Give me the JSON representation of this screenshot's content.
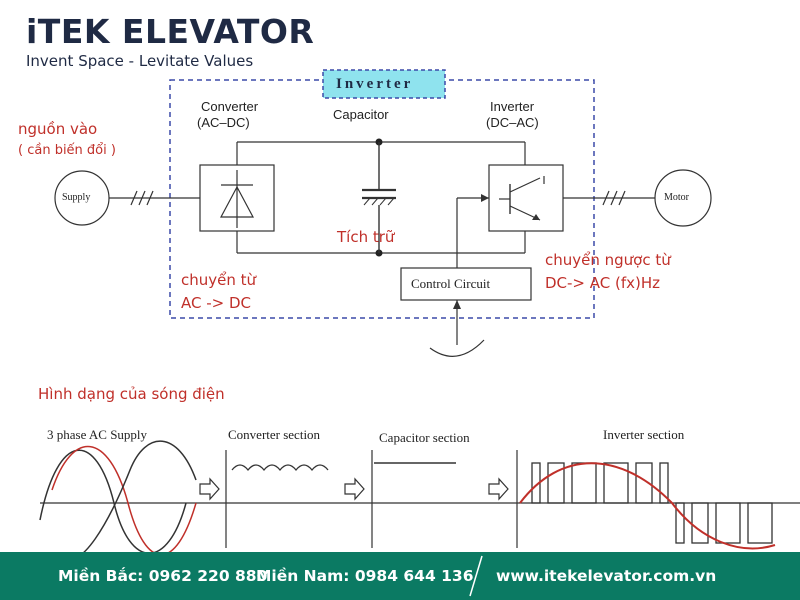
{
  "logo": {
    "title": "iTEK ELEVATOR",
    "subtitle": "Invent Space - Levitate Values"
  },
  "diagram": {
    "inverter_box_title": "Inverter",
    "converter_label_line1": "Converter",
    "converter_label_line2": "(AC–DC)",
    "capacitor_label": "Capacitor",
    "inverter_label_line1": "Inverter",
    "inverter_label_line2": "(DC–AC)",
    "supply_label": "Supply",
    "motor_label": "Motor",
    "control_circuit_label": "Control Circuit",
    "input_note_line1": "nguồn vào",
    "input_note_line2": "( cần biến đổi )",
    "storage_note": "Tích trữ",
    "convert_note_line1": "chuyển từ",
    "convert_note_line2": "AC -> DC",
    "reverse_note_line1": "chuyển ngược từ",
    "reverse_note_line2": "DC-> AC (fx)Hz"
  },
  "waveforms": {
    "heading": "Hình dạng của sóng điện",
    "section1": "3 phase AC Supply",
    "section2": "Converter section",
    "section3": "Capacitor section",
    "section4": "Inverter section"
  },
  "footer": {
    "north": "Miền Bắc: 0962 220 880",
    "south": "Miền Nam: 0984 644 136",
    "website": "www.itekelevator.com.vn"
  },
  "colors": {
    "brand_navy": "#1f2a44",
    "annotation_red": "#c0302a",
    "footer_green": "#0b7a63",
    "dashed_border": "#3b4aa8",
    "title_box_fill": "#8fe3ee"
  }
}
